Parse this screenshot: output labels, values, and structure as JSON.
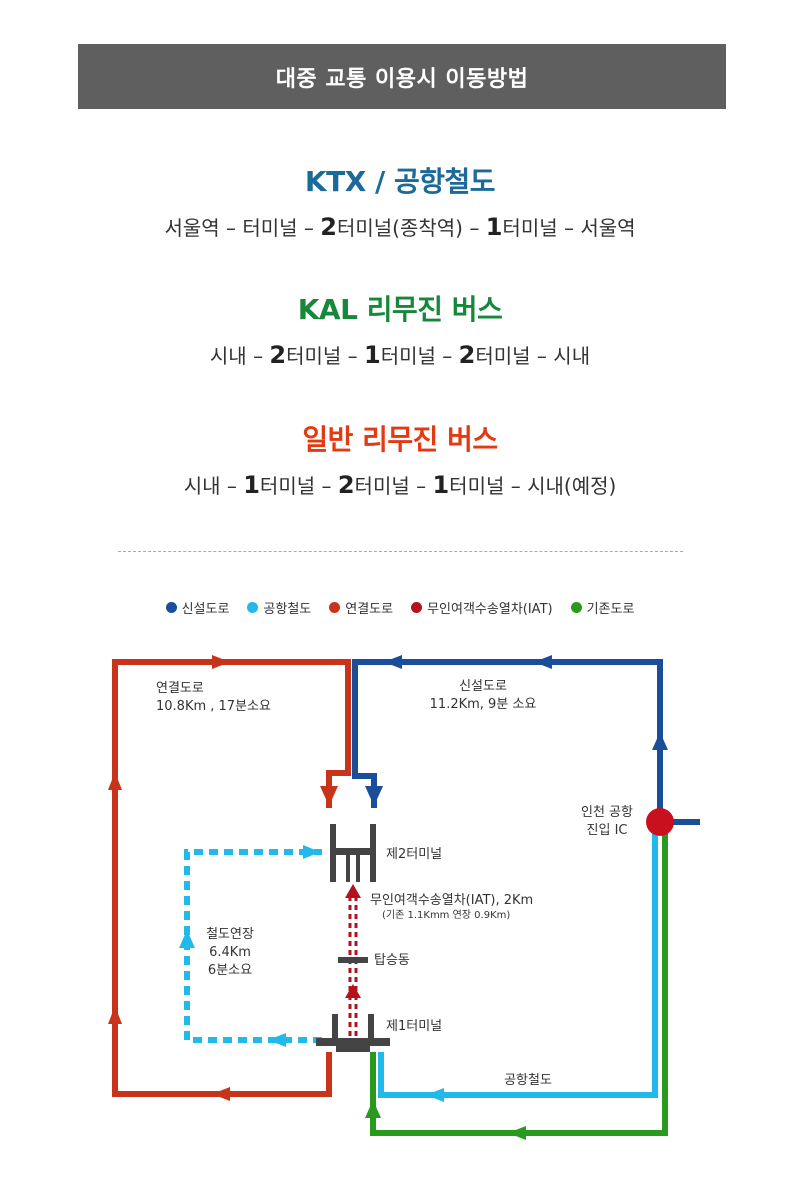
{
  "header": {
    "title": "대중 교통 이용시 이동방법"
  },
  "routes": [
    {
      "title": "KTX / 공항철도",
      "color": "#1c6a97",
      "path": [
        {
          "t": "서울역 – 터미널 – "
        },
        {
          "t": "2",
          "b": true
        },
        {
          "t": "터미널(종착역) – "
        },
        {
          "t": "1",
          "b": true
        },
        {
          "t": "터미널 – 서울역"
        }
      ]
    },
    {
      "title": "KAL 리무진 버스",
      "color": "#16883a",
      "path": [
        {
          "t": "시내 – "
        },
        {
          "t": "2",
          "b": true
        },
        {
          "t": "터미널 – "
        },
        {
          "t": "1",
          "b": true
        },
        {
          "t": "터미널 – "
        },
        {
          "t": "2",
          "b": true
        },
        {
          "t": "터미널 – 시내"
        }
      ]
    },
    {
      "title": "일반 리무진 버스",
      "color": "#e43a12",
      "path": [
        {
          "t": "시내 – "
        },
        {
          "t": "1",
          "b": true
        },
        {
          "t": "터미널 – "
        },
        {
          "t": "2",
          "b": true
        },
        {
          "t": "터미널 – "
        },
        {
          "t": "1",
          "b": true
        },
        {
          "t": "터미널 – 시내(예정)"
        }
      ]
    }
  ],
  "legend": [
    {
      "label": "신설도로",
      "color": "#1a4e9a"
    },
    {
      "label": "공항철도",
      "color": "#21b9ea"
    },
    {
      "label": "연결도로",
      "color": "#c8341a"
    },
    {
      "label": "무인여객수송열차(IAT)",
      "color": "#b3121c"
    },
    {
      "label": "기존도로",
      "color": "#2a9a1e"
    }
  ],
  "map": {
    "link_road": {
      "name": "연결도로",
      "detail": "10.8Km , 17분소요"
    },
    "new_road": {
      "name": "신설도로",
      "detail": "11.2Km, 9분 소요"
    },
    "ic": {
      "line1": "인천 공항",
      "line2": "진입 IC"
    },
    "t2": "제2터미널",
    "iat": {
      "line1": "무인여객수송열차(IAT), 2Km",
      "line2": "(기존 1.1Kmm 연장 0.9Km)"
    },
    "concourse": "탑승동",
    "t1": "제1터미널",
    "rail_ext": {
      "line1": "철도연장",
      "line2": "6.4Km",
      "line3": "6분소요"
    },
    "airport_rail": "공항철도"
  }
}
